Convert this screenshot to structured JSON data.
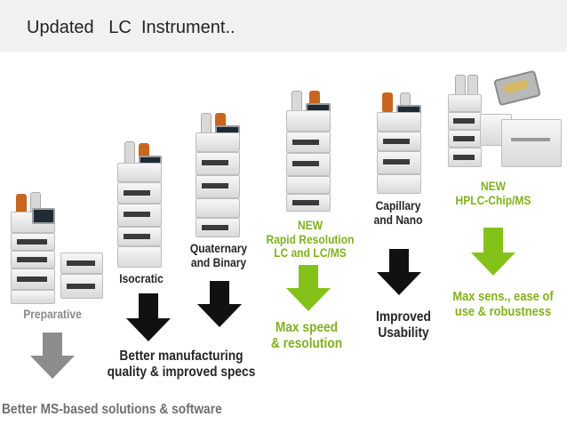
{
  "slide": {
    "title": "Updated   LC  Instrument.."
  },
  "stages": {
    "preparative": {
      "label": "Preparative"
    },
    "isocratic": {
      "label": "Isocratic"
    },
    "quaternary": {
      "label_line1": "Quaternary",
      "label_line2": "and Binary"
    },
    "rapid_resolution": {
      "label_line1": "NEW",
      "label_line2": "Rapid Resolution",
      "label_line3": "LC and LC/MS"
    },
    "capillary": {
      "label_line1": "Capillary",
      "label_line2": "and Nano"
    },
    "chip": {
      "label_line1": "NEW",
      "label_line2": "HPLC-Chip/MS"
    }
  },
  "outcomes": {
    "ms_solutions": "Better MS-based solutions & software",
    "manufacturing_line1": "Better manufacturing",
    "manufacturing_line2": "quality & improved specs",
    "speed_line1": "Max speed",
    "speed_line2": "& resolution",
    "usability_line1": "Improved",
    "usability_line2": "Usability",
    "sens_line1": "Max sens., ease of",
    "sens_line2": "use & robustness"
  },
  "colors": {
    "gray_arrow": "#8c8c8c",
    "black_arrow": "#111111",
    "green_arrow": "#84c21a",
    "green_text": "#7fb21d",
    "title_bar": "#f1f1f1"
  }
}
